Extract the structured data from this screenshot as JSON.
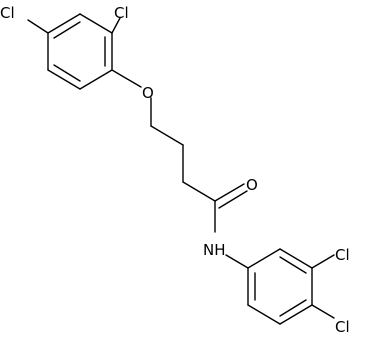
{
  "molecule": {
    "atom_labels": {
      "cl_top_left": "Cl",
      "cl_top_right": "Cl",
      "oxygen_ether": "O",
      "oxygen_carbonyl": "O",
      "nitrogen_amide": "NH",
      "cl_bottom_upper": "Cl",
      "cl_bottom_lower": "Cl"
    }
  }
}
